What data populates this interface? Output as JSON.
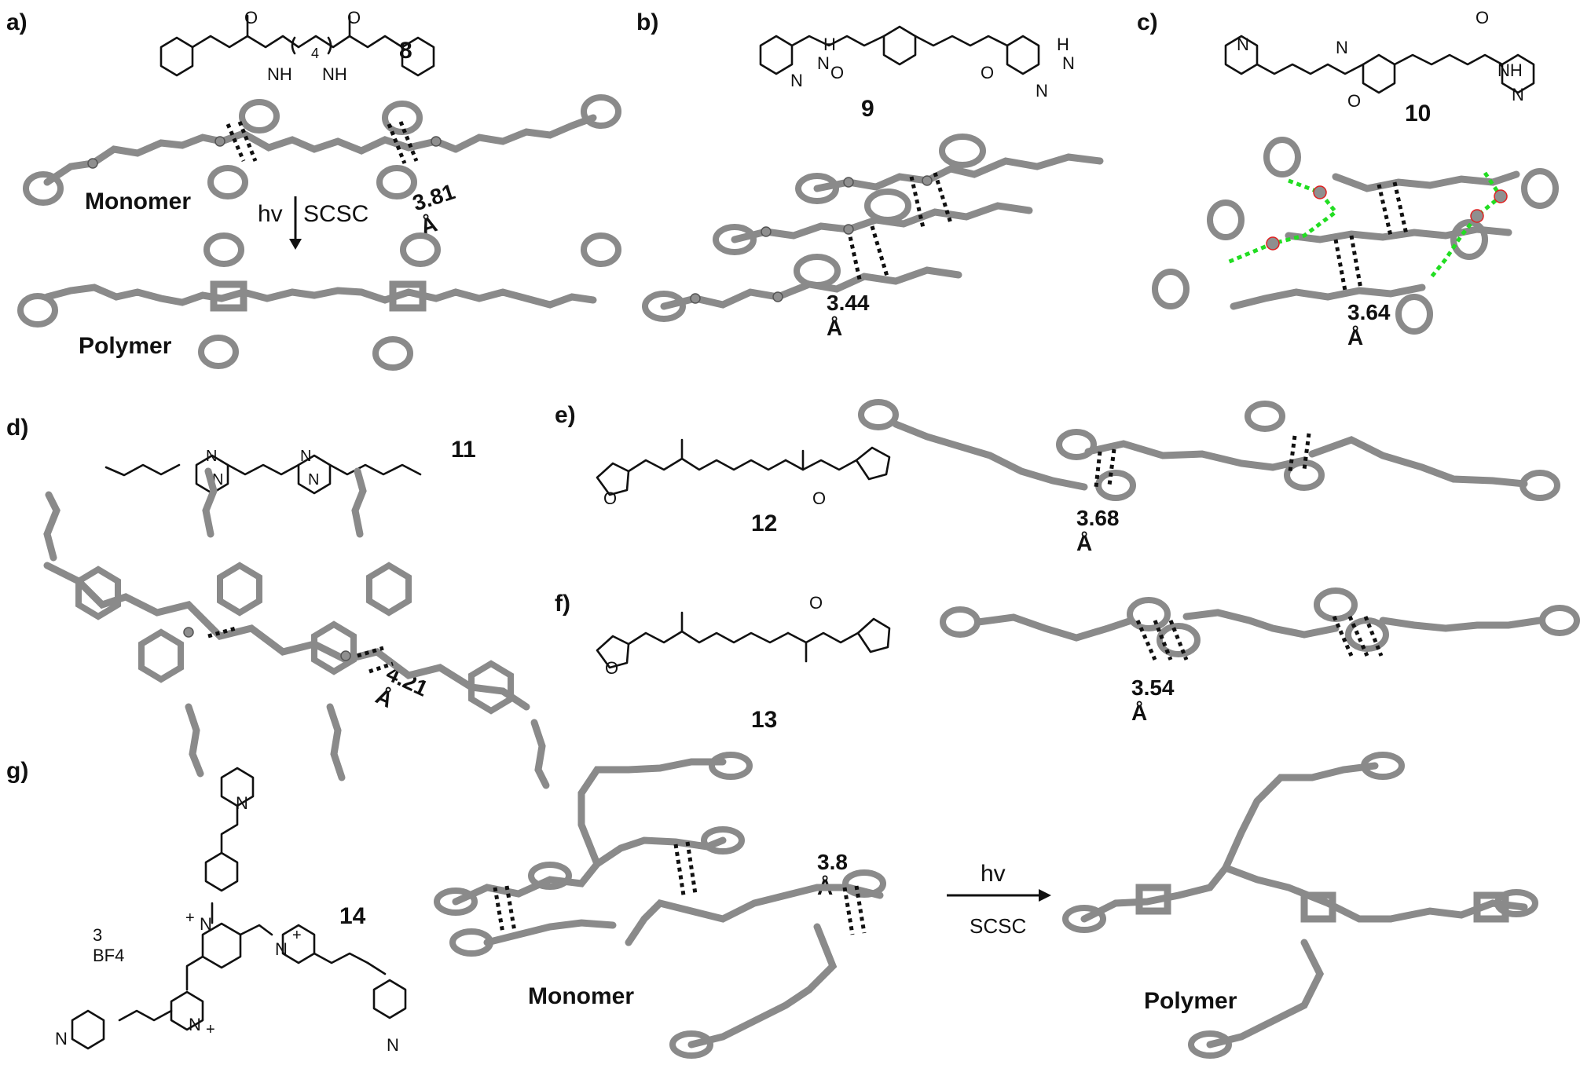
{
  "panels": {
    "a": {
      "label": "a)",
      "compound": "8",
      "chain_sub": "4",
      "monomer": "Monomer",
      "polymer": "Polymer",
      "hv": "hv",
      "scsc": "SCSC",
      "distance": "3.81 Å"
    },
    "b": {
      "label": "b)",
      "compound": "9",
      "distance": "3.44 Å"
    },
    "c": {
      "label": "c)",
      "compound": "10",
      "distance": "3.64 Å"
    },
    "d": {
      "label": "d)",
      "compound": "11",
      "distance": "4.21 Å"
    },
    "e": {
      "label": "e)",
      "compound": "12",
      "distance": "3.68 Å"
    },
    "f": {
      "label": "f)",
      "compound": "13",
      "distance": "3.54 Å"
    },
    "g": {
      "label": "g)",
      "compound": "14",
      "counterion": "3 BF4",
      "distance": "3.8 Å",
      "hv": "hv",
      "scsc": "SCSC",
      "monomer": "Monomer",
      "polymer": "Polymer"
    }
  },
  "atom_labels": {
    "O": "O",
    "N": "N",
    "H": "H",
    "NH": "NH",
    "plus": "+"
  },
  "colors": {
    "carbon": "#8a8a8a",
    "oxygen": "#e02020",
    "nitrogen": "#3a55e0",
    "hydrogen": "#ff8db0",
    "hbond": "#22dd22"
  }
}
